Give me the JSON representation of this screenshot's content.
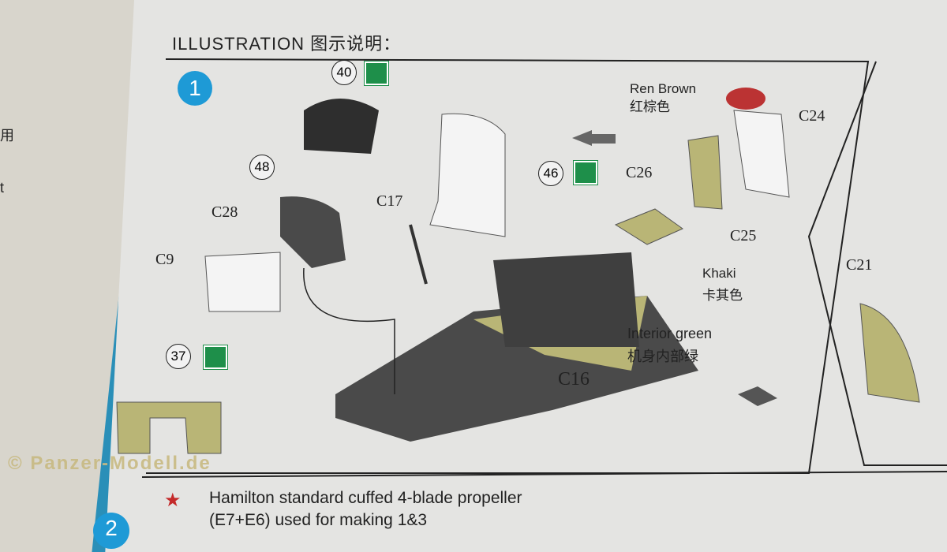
{
  "left_page": {
    "fragment_1": "用",
    "fragment_2": "t"
  },
  "header": {
    "title": "ILLUSTRATION 图示说明："
  },
  "step1": {
    "number": "1",
    "callouts": [
      "40",
      "48",
      "46",
      "37"
    ],
    "parts": [
      "C28",
      "C9",
      "C17",
      "C26",
      "C25",
      "C24",
      "C16",
      "C21"
    ],
    "colors": [
      {
        "en": "Ren Brown",
        "zh": "红棕色"
      },
      {
        "en": "Khaki",
        "zh": "卡其色"
      },
      {
        "en": "Interior green",
        "zh": "机身内部绿"
      }
    ]
  },
  "step2": {
    "number": "2",
    "line1": "Hamilton standard cuffed 4-blade propeller",
    "line2": "(E7+E6) used for making 1&3"
  },
  "watermark": "© Panzer-Modell.de",
  "colors": {
    "khaki": "#b9b576",
    "dark_grey": "#4a4a4a",
    "step_blue": "#1e9ad6",
    "paint_green": "#1e8f4a"
  }
}
